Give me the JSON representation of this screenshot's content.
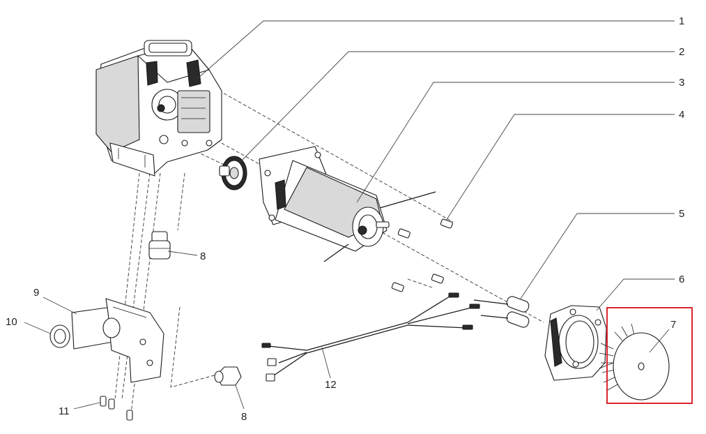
{
  "callouts": {
    "c1": "1",
    "c2": "2",
    "c3": "3",
    "c4": "4",
    "c5": "5",
    "c6": "6",
    "c7": "7",
    "c8a": "8",
    "c8b": "8",
    "c9": "9",
    "c10": "10",
    "c11": "11",
    "c12": "12"
  },
  "highlight": {
    "label": "7",
    "color": "#d9262c"
  },
  "colors": {
    "line": "#1a1a1a",
    "label": "#222222",
    "highlight": "#d9262c"
  }
}
